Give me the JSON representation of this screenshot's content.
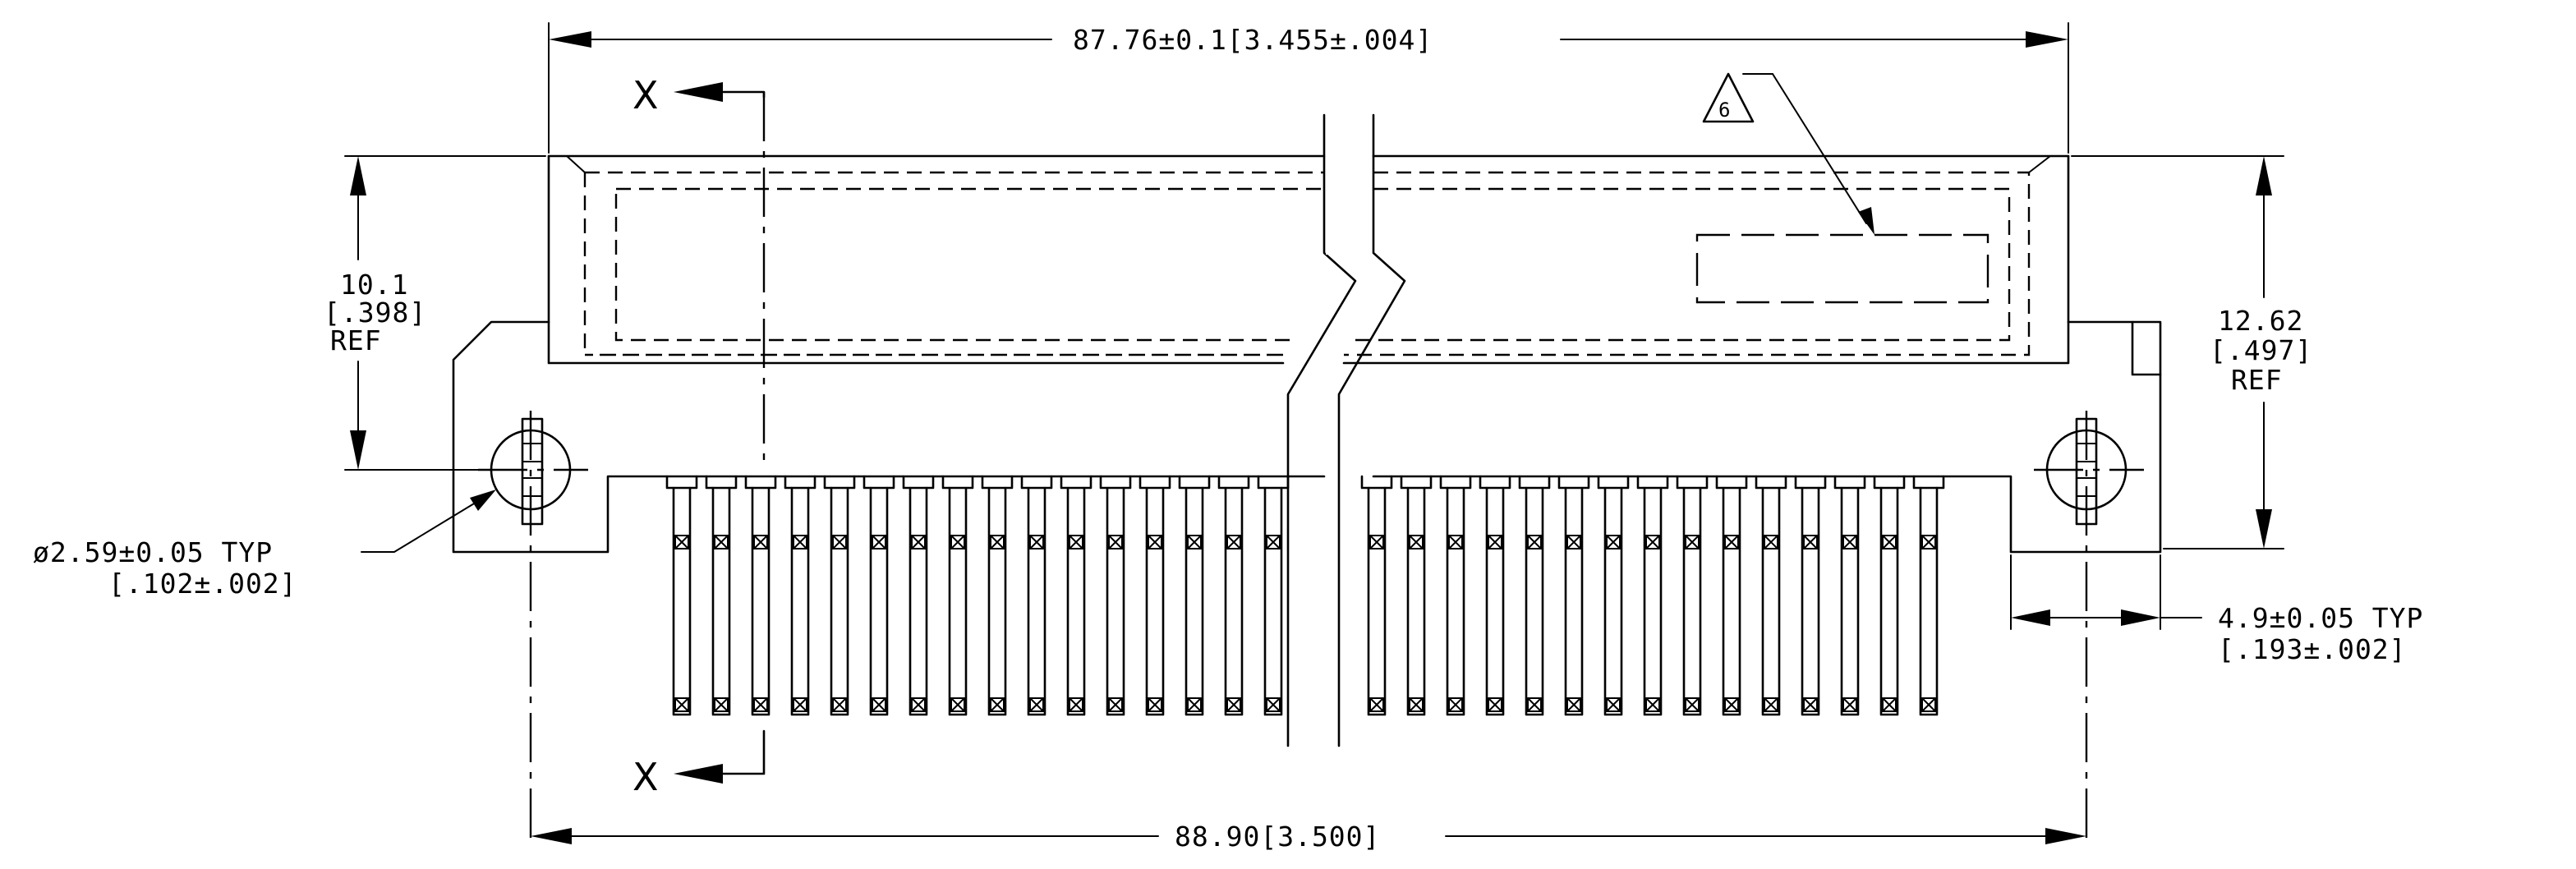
{
  "dimensions": {
    "overall_length": "87.76±0.1[3.455±.004]",
    "pin_span": "88.90[3.500]",
    "height_body_mm": "10.1",
    "height_body_in": "[.398]",
    "height_body_ref": "REF",
    "height_total_mm": "12.62",
    "height_total_in": "[.497]",
    "height_total_ref": "REF",
    "hole_dia_mm": "ø2.59±0.05 TYP",
    "hole_dia_in": "[.102±.002]",
    "flange_mm": "4.9±0.05 TYP",
    "flange_in": "[.193±.002]"
  },
  "section_marker_top": "X",
  "section_marker_bottom": "X",
  "note_flag": "6"
}
